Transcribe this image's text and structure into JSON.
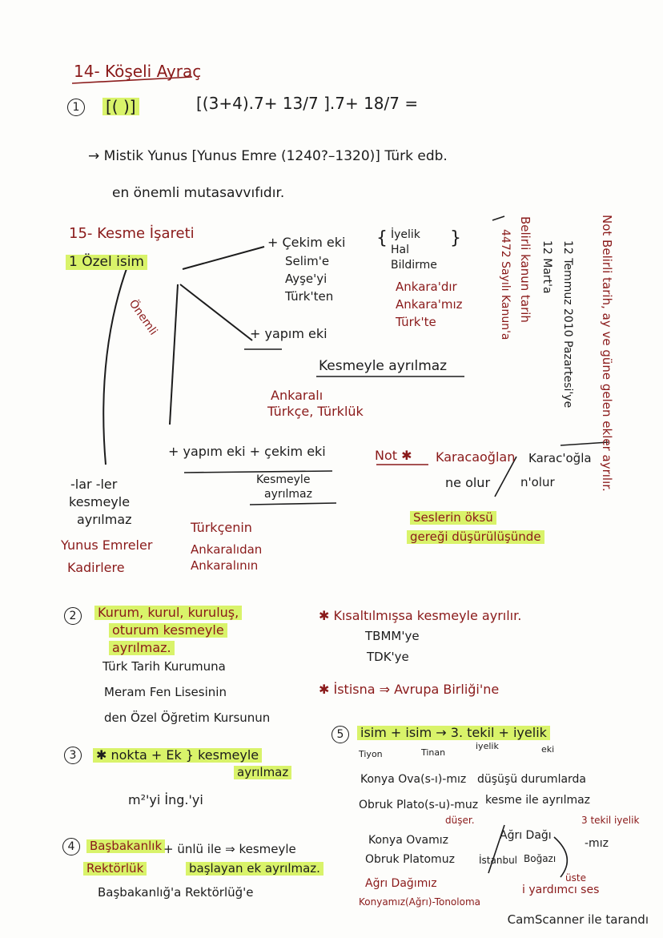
{
  "s14": {
    "title": "14- Köşeli Ayraç",
    "num1": "1",
    "bracket_symbol": "[( )]",
    "expr": "[(3+4).7+ 13/7 ].7+ 18/7 =",
    "mistik": "→ Mistik Yunus [Yunus Emre (1240?–1320)] Türk edb.",
    "mistik2": "en önemli mutasavvıfıdır."
  },
  "s15": {
    "title": "15- Kesme İşareti",
    "ozel": "1 Özel isim",
    "cekim_title": "+ Çekim eki",
    "cekim": [
      "Selim'e",
      "Ayşe'yi",
      "Türk'ten"
    ],
    "iyelik_list": [
      "İyelik",
      "Hal",
      "Bildirme"
    ],
    "ankara": [
      "Ankara'dır",
      "Ankara'mız",
      "Türk'te"
    ],
    "onemli": "Önemli",
    "yapim": "+ yapım eki",
    "kesmeyle_ayrilmaz": "Kesmeyle ayrılmaz",
    "ankarali": [
      "Ankaralı",
      "Türkçe, Türklük"
    ],
    "yapim_cekim": "+ yapım eki + çekim eki",
    "kesmeyle_ayrilmaz2": [
      "Kesmeyle",
      "ayrılmaz"
    ],
    "turkcenin": [
      "Türkçenin",
      "Ankaralıdan",
      "Ankaralının"
    ],
    "lar_ler": [
      "-lar -ler",
      "kesmeyle",
      "ayrılmaz"
    ],
    "yunus_emreler": [
      "Yunus Emreler",
      "Kadirlere"
    ],
    "not_title": "Not ✱",
    "karacaoglan": [
      "Karacaoğlan",
      "ne olur"
    ],
    "karac_right": [
      "Karac'oğla",
      "n'olur"
    ],
    "seslerin": [
      "Seslerin öksü",
      "gereği düşürülüşünde"
    ],
    "vertical_note": "Not Belirli tarih, ay ve güne gelen ekler ayrılır.",
    "vertical_date": "12 Temmuz 2010 Pazartesi'ye",
    "vertical_mart": "12 Mart'a",
    "vertical_kanun": "Belirli kanun tarih",
    "vertical_kanun2": "4472 Sayılı Kanun'a"
  },
  "s2": {
    "num": "2",
    "lines": [
      "Kurum, kurul, kuruluş,",
      "oturum kesmeyle",
      "ayrılmaz."
    ],
    "ex": [
      "Türk Tarih Kurumuna",
      "Meram Fen Lisesinin",
      "den Özel Öğretim Kursunun"
    ],
    "kisalt": "✱ Kısaltılmışsa kesmeyle ayrılır.",
    "kisalt_ex": [
      "TBMM'ye",
      "TDK'ye"
    ],
    "istisna": "✱ İstisna ⇒ Avrupa Birliği'ne"
  },
  "s3": {
    "num": "3",
    "line": "✱ nokta + Ek } kesmeyle",
    "line2": "ayrılmaz",
    "ex": "m²'yi   İng.'yi"
  },
  "s4": {
    "num": "4",
    "line1": "Başbakanlık",
    "line1b": "+ ünlü ile ⇒ kesmeyle",
    "line2": "Rektörlük",
    "line2b": "başlayan ek    ayrılmaz.",
    "ex": "Başbakanlığ'a     Rektörlüğ'e"
  },
  "s5": {
    "num": "5",
    "line": "isim + isim → 3. tekil + iyelik",
    "sub1": "Tiyon",
    "sub2": "Tinan",
    "sub3": "iyelik",
    "sub4": "eki",
    "ex": [
      "Konya Ova(s-ı)-mız",
      "Obruk Plato(s-u)-muz"
    ],
    "ex_right": [
      "düşüşü durumlarda",
      "kesme ile ayrılmaz"
    ],
    "duser": "düşer.",
    "ex2": [
      "Konya Ovamız",
      "Obruk Platomuz",
      "Ağrı Dağımız",
      "Konyamız(Ağrı)-Tonoloma"
    ],
    "istanbul": "İstanbul",
    "agri_dagi": "Ağrı Dağı",
    "bogazi": "Boğazı",
    "miz": "-mız",
    "tekil": "3 tekil iyelik",
    "liste": "üste",
    "yardimci": "i yardımcı ses"
  },
  "footer": "CamScanner ile tarandı"
}
